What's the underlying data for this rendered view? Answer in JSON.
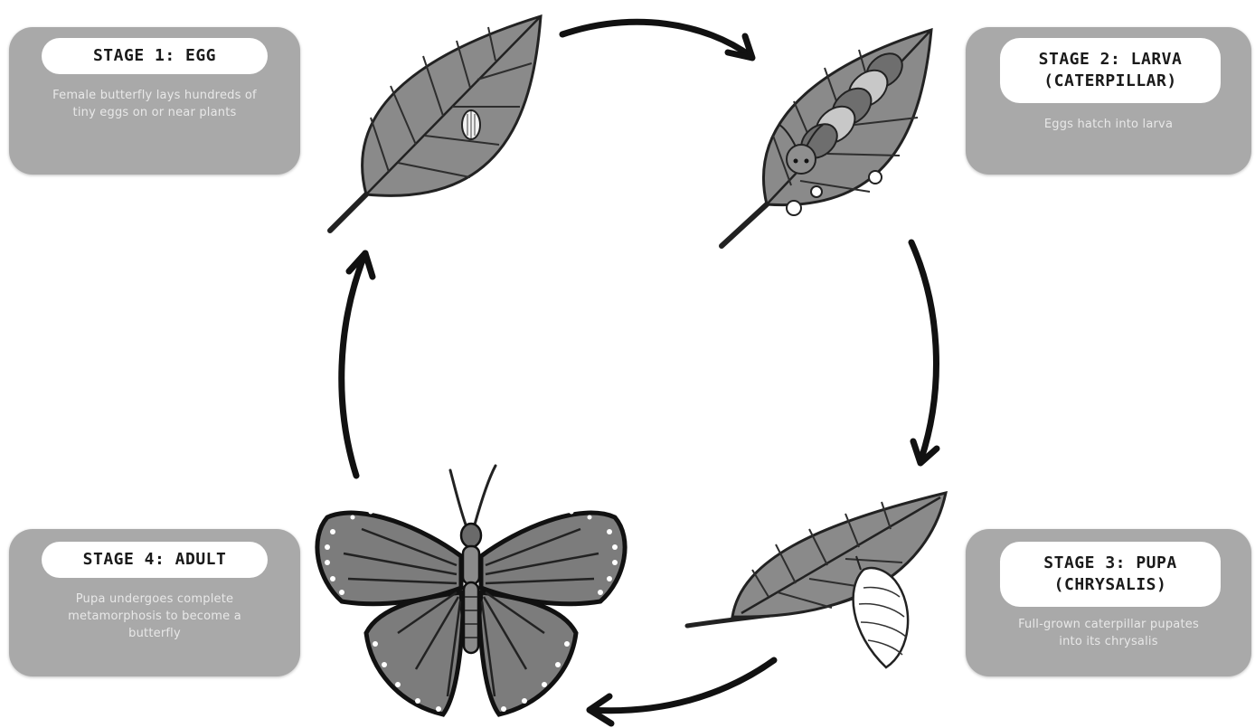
{
  "stages": [
    {
      "title": "STAGE 1: EGG",
      "description": "Female butterfly lays hundreds of tiny eggs on or near plants"
    },
    {
      "title_line1": "STAGE 2: LARVA",
      "title_line2": "(CATERPILLAR)",
      "description": "Eggs hatch into larva"
    },
    {
      "title_line1": "STAGE 3: PUPA",
      "title_line2": "(CHRYSALIS)",
      "description": "Full-grown caterpillar pupates into its chrysalis"
    },
    {
      "title": "STAGE 4: ADULT",
      "description": "Pupa undergoes complete metamorphosis to become a butterfly"
    }
  ],
  "colors": {
    "card": "#a9a9a9",
    "pill": "#ffffff",
    "leaf": "#8a8a8a",
    "arrow": "#111111"
  },
  "icons": [
    "egg-leaf-icon",
    "caterpillar-leaf-icon",
    "chrysalis-leaf-icon",
    "butterfly-icon",
    "cycle-arrow-icon"
  ]
}
